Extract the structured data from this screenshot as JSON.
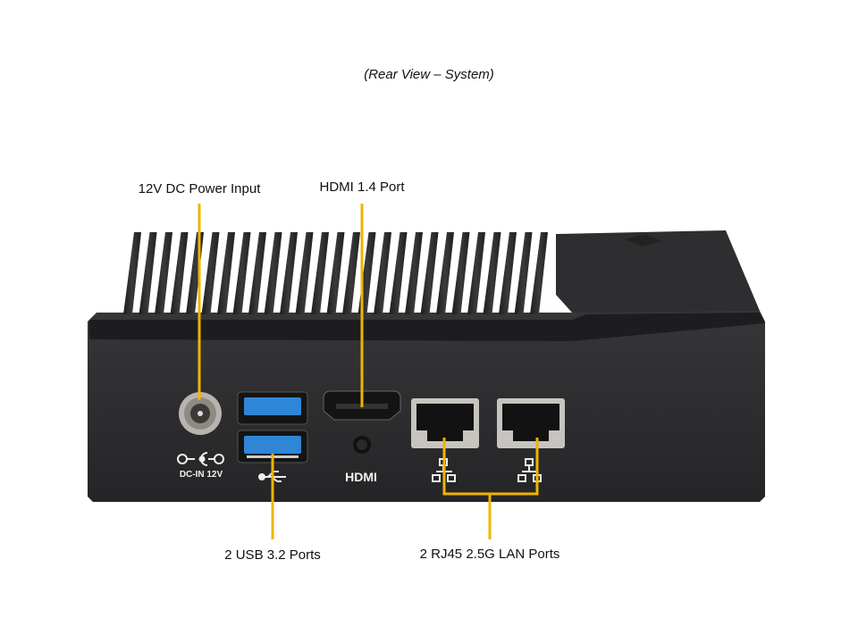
{
  "title": "(Rear View – System)",
  "callouts": {
    "dc_power": "12V DC Power Input",
    "hdmi": "HDMI 1.4 Port",
    "usb": "2 USB 3.2 Ports",
    "lan": "2 RJ45 2.5G LAN Ports"
  },
  "device_labels": {
    "dc_in": "DC-IN 12V",
    "hdmi": "HDMI"
  },
  "icons": [
    "dc-polarity-icon",
    "usb-icon",
    "lan-icon",
    "lan-icon"
  ],
  "colors": {
    "callout_line": "#f0b400",
    "chassis": "#2b2b2d",
    "usb_blue": "#2f86d6"
  }
}
